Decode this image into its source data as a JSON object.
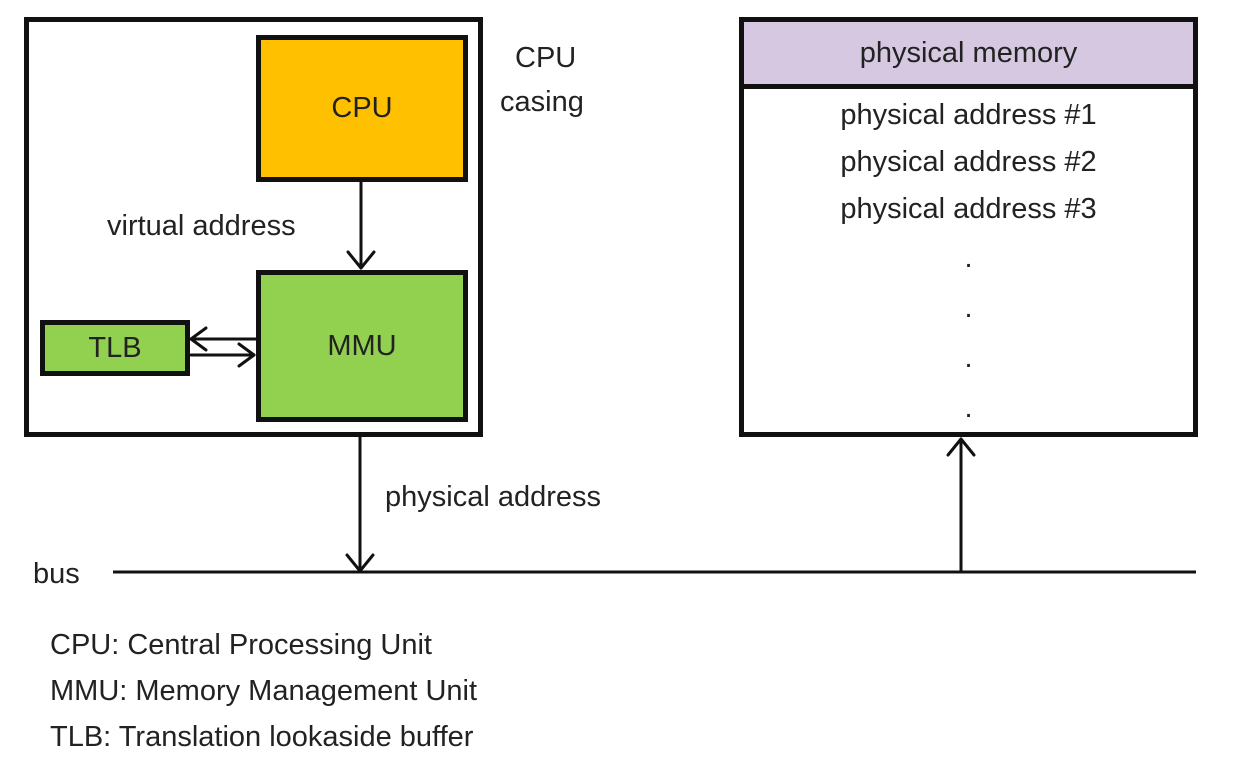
{
  "colors": {
    "cpu_fill": "#FFC000",
    "mmu_fill": "#92D050",
    "tlb_fill": "#92D050",
    "memory_header_fill": "#D5C8E0",
    "stroke": "#111111"
  },
  "cpu_casing": {
    "label_line1": "CPU",
    "label_line2": "casing"
  },
  "cpu": {
    "label": "CPU"
  },
  "mmu": {
    "label": "MMU"
  },
  "tlb": {
    "label": "TLB"
  },
  "edges": {
    "cpu_to_mmu": "virtual address",
    "mmu_to_bus": "physical address"
  },
  "bus": {
    "label": "bus"
  },
  "physical_memory": {
    "title": "physical memory",
    "addresses": [
      "physical address #1",
      "physical address #2",
      "physical address #3"
    ],
    "ellipsis": [
      ".",
      ".",
      ".",
      "."
    ]
  },
  "legend": [
    "CPU: Central Processing Unit",
    "MMU: Memory Management Unit",
    "TLB: Translation lookaside buffer"
  ]
}
